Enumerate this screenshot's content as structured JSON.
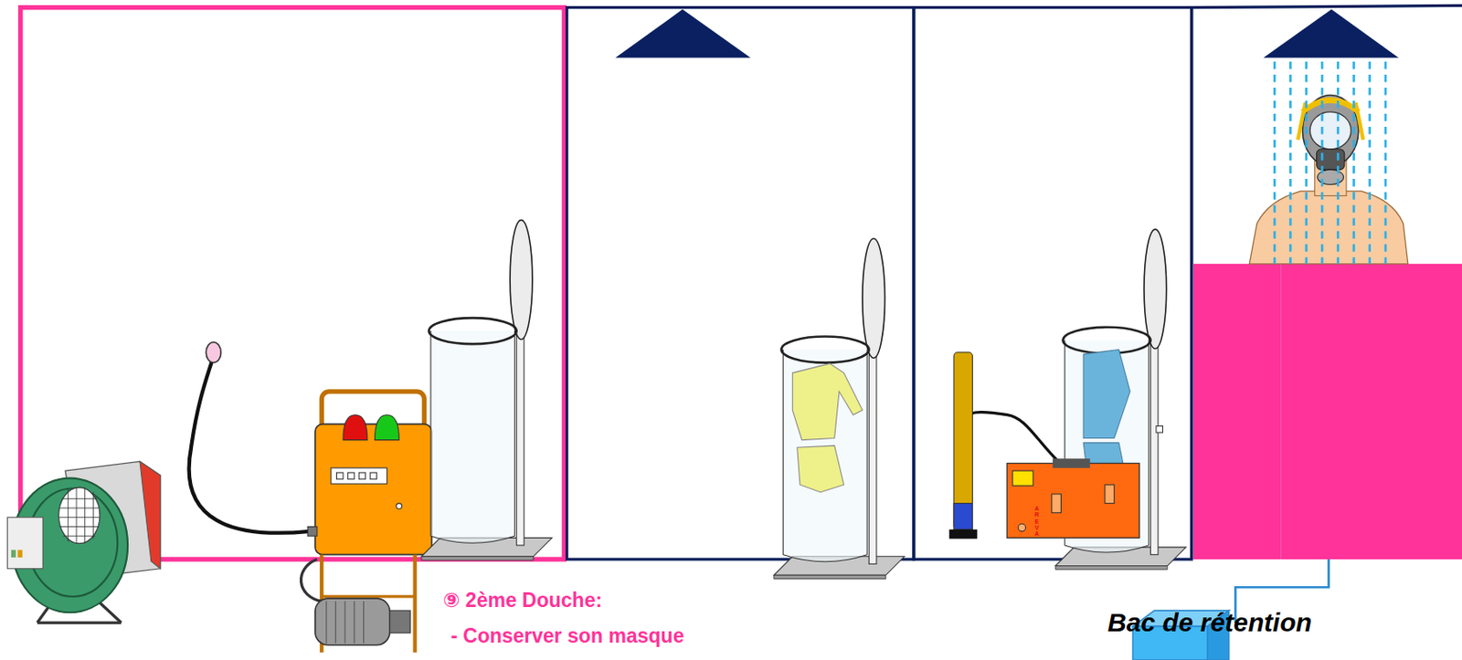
{
  "diagram": {
    "nodes": [
      {
        "text": [
          "Bac de rétention"
        ]
      }
    ],
    "labels": [
      "⑨ 2ème Douche:",
      "- Conserver son masque",
      "AREVA"
    ]
  }
}
